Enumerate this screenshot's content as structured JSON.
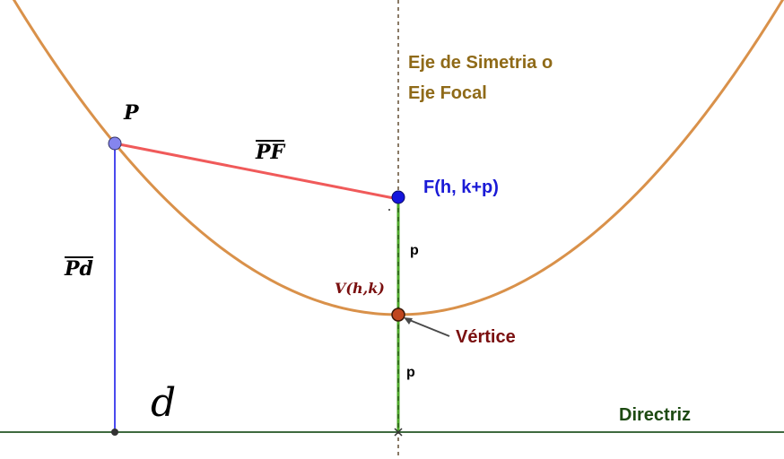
{
  "labels": {
    "point_p": "P",
    "segment_pf": "PF",
    "segment_pd": "Pd",
    "directrix_letter": "d",
    "axis_line1": "Eje de Simetria o",
    "axis_line2": "Eje Focal",
    "focus": "F(h, k+p)",
    "p_upper": "p",
    "p_lower": "p",
    "vertex_coords": "V(h,k)",
    "vertex_name": "Vértice",
    "directrix": "Directriz"
  },
  "colors": {
    "parabola": "#d9914a",
    "segment_pf": "#f05a5a",
    "segment_pd": "#4a4aee",
    "point_p": "#8585ee",
    "focus": "#1515dd",
    "vertex": "#c0461e",
    "axis": "#8a7a66",
    "directrix": "#3f6a3f",
    "p_segment": "#4da82a"
  }
}
